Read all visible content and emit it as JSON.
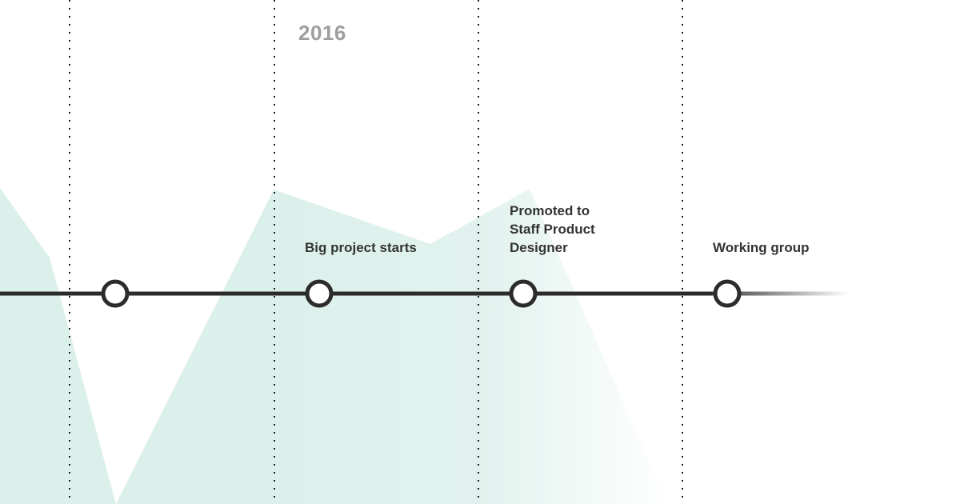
{
  "timeline": {
    "year": "2016",
    "line_color": "#2b2b2b",
    "area_color": "#dcf0eb",
    "events": [
      {
        "label": ""
      },
      {
        "label": "Big project starts"
      },
      {
        "label": "Promoted to\nStaff Product\nDesigner"
      },
      {
        "label": "Working group"
      }
    ]
  }
}
